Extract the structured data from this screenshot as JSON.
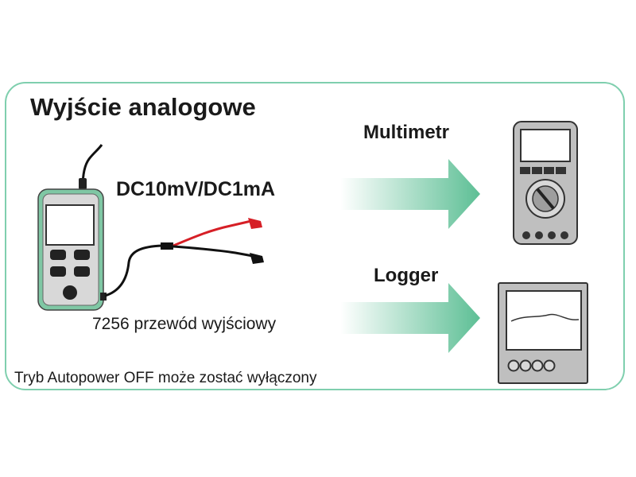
{
  "title": "Wyjście analogowe",
  "signal_label": "DC10mV/DC1mA",
  "cable_label": "7256 przewód wyjściowy",
  "outputs": [
    {
      "label": "Multimetr",
      "icon": "multimeter-icon"
    },
    {
      "label": "Logger",
      "icon": "logger-icon"
    }
  ],
  "footnote": "Tryb Autopower OFF może zostać wyłączony",
  "colors": {
    "accent": "#5dbf95",
    "border": "#7fcfae",
    "device_frame": "#7fc7a4",
    "device_body": "#d8d8d8",
    "instrument_body": "#bfbfbf",
    "lead_red": "#d61f26",
    "lead_black": "#111111"
  }
}
